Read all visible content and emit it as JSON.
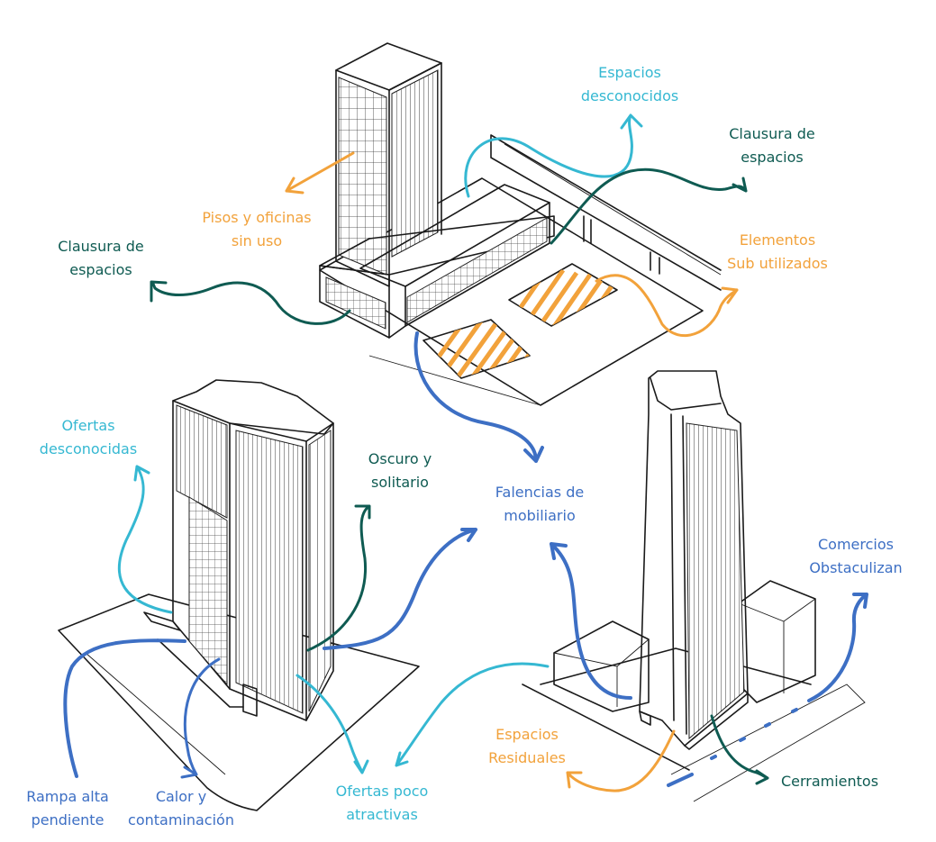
{
  "colors": {
    "orange": "#f2a23b",
    "cyan": "#35b8d2",
    "teal": "#0f5b52",
    "blue": "#3d6fc4",
    "ink": "#1a1a1a"
  },
  "labels": {
    "espacios_desconocidos": [
      "Espacios",
      "desconocidos"
    ],
    "clausura_top": [
      "Clausura de",
      "espacios"
    ],
    "pisos_oficinas": [
      "Pisos y oficinas",
      "sin uso"
    ],
    "clausura_left": [
      "Clausura de",
      "espacios"
    ],
    "elementos": [
      "Elementos",
      "Sub utilizados"
    ],
    "ofertas_desconocidas": [
      "Ofertas",
      "desconocidas"
    ],
    "oscuro": [
      "Oscuro y",
      "solitario"
    ],
    "falencias": [
      "Falencias de",
      "mobiliario"
    ],
    "comercios": [
      "Comercios",
      "Obstaculizan"
    ],
    "espacios_residuales": [
      "Espacios",
      "Residuales"
    ],
    "cerramientos": [
      "Cerramientos"
    ],
    "rampa": [
      "Rampa alta",
      "pendiente"
    ],
    "calor": [
      "Calor y",
      "contaminación"
    ],
    "ofertas_poco": [
      "Ofertas poco",
      "atractivas"
    ]
  }
}
